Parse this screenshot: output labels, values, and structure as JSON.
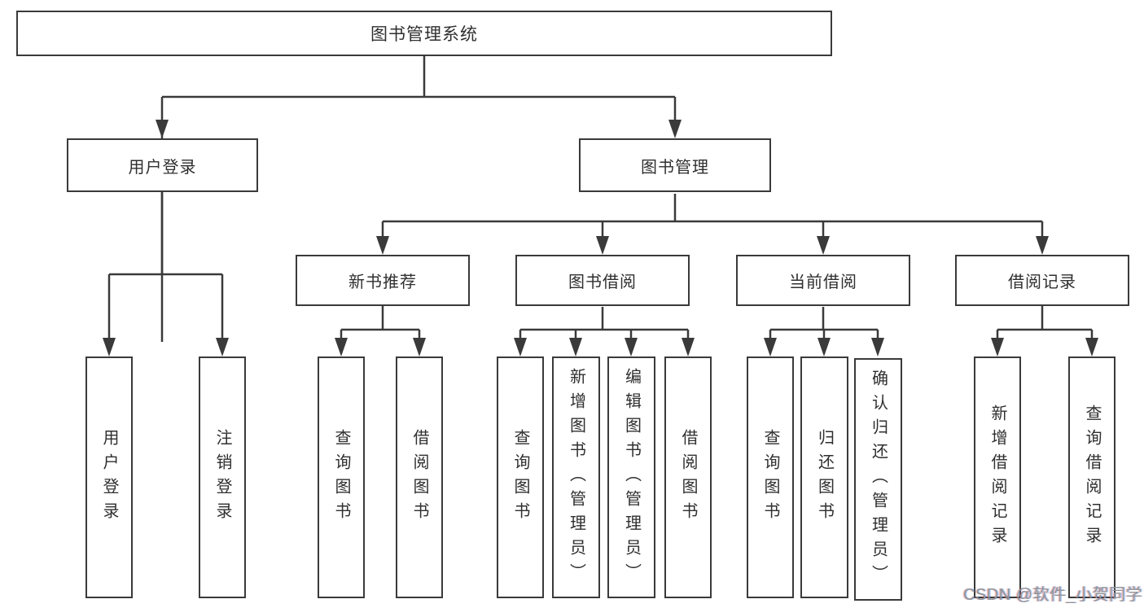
{
  "nodes": {
    "root": {
      "label": "图书管理系统"
    },
    "user_login": {
      "label": "用户登录"
    },
    "book_mgmt": {
      "label": "图书管理"
    },
    "new_books": {
      "label": "新书推荐"
    },
    "book_borrow": {
      "label": "图书借阅"
    },
    "current_borrow": {
      "label": "当前借阅"
    },
    "borrow_records": {
      "label": "借阅记录"
    },
    "leaf_user_login": {
      "label": "用户登录"
    },
    "leaf_logout": {
      "label": "注销登录"
    },
    "nb_query": {
      "label": "查询图书"
    },
    "nb_borrow": {
      "label": "借阅图书"
    },
    "bb_query": {
      "label": "查询图书"
    },
    "bb_add": {
      "label": "新增图书（管理员）"
    },
    "bb_edit": {
      "label": "编辑图书（管理员）"
    },
    "bb_borrow": {
      "label": "借阅图书"
    },
    "cb_query": {
      "label": "查询图书"
    },
    "cb_return": {
      "label": "归还图书"
    },
    "cb_confirm": {
      "label": "确认归还（管理员）"
    },
    "br_add": {
      "label": "新增借阅记录"
    },
    "br_query": {
      "label": "查询借阅记录"
    }
  },
  "watermark": {
    "text": "CSDN @软件_小贺同学"
  },
  "colors": {
    "line": "#3a3a3a",
    "box_fill": "#ffffff",
    "text": "#2f2f2f",
    "watermark": "#8e949a"
  }
}
